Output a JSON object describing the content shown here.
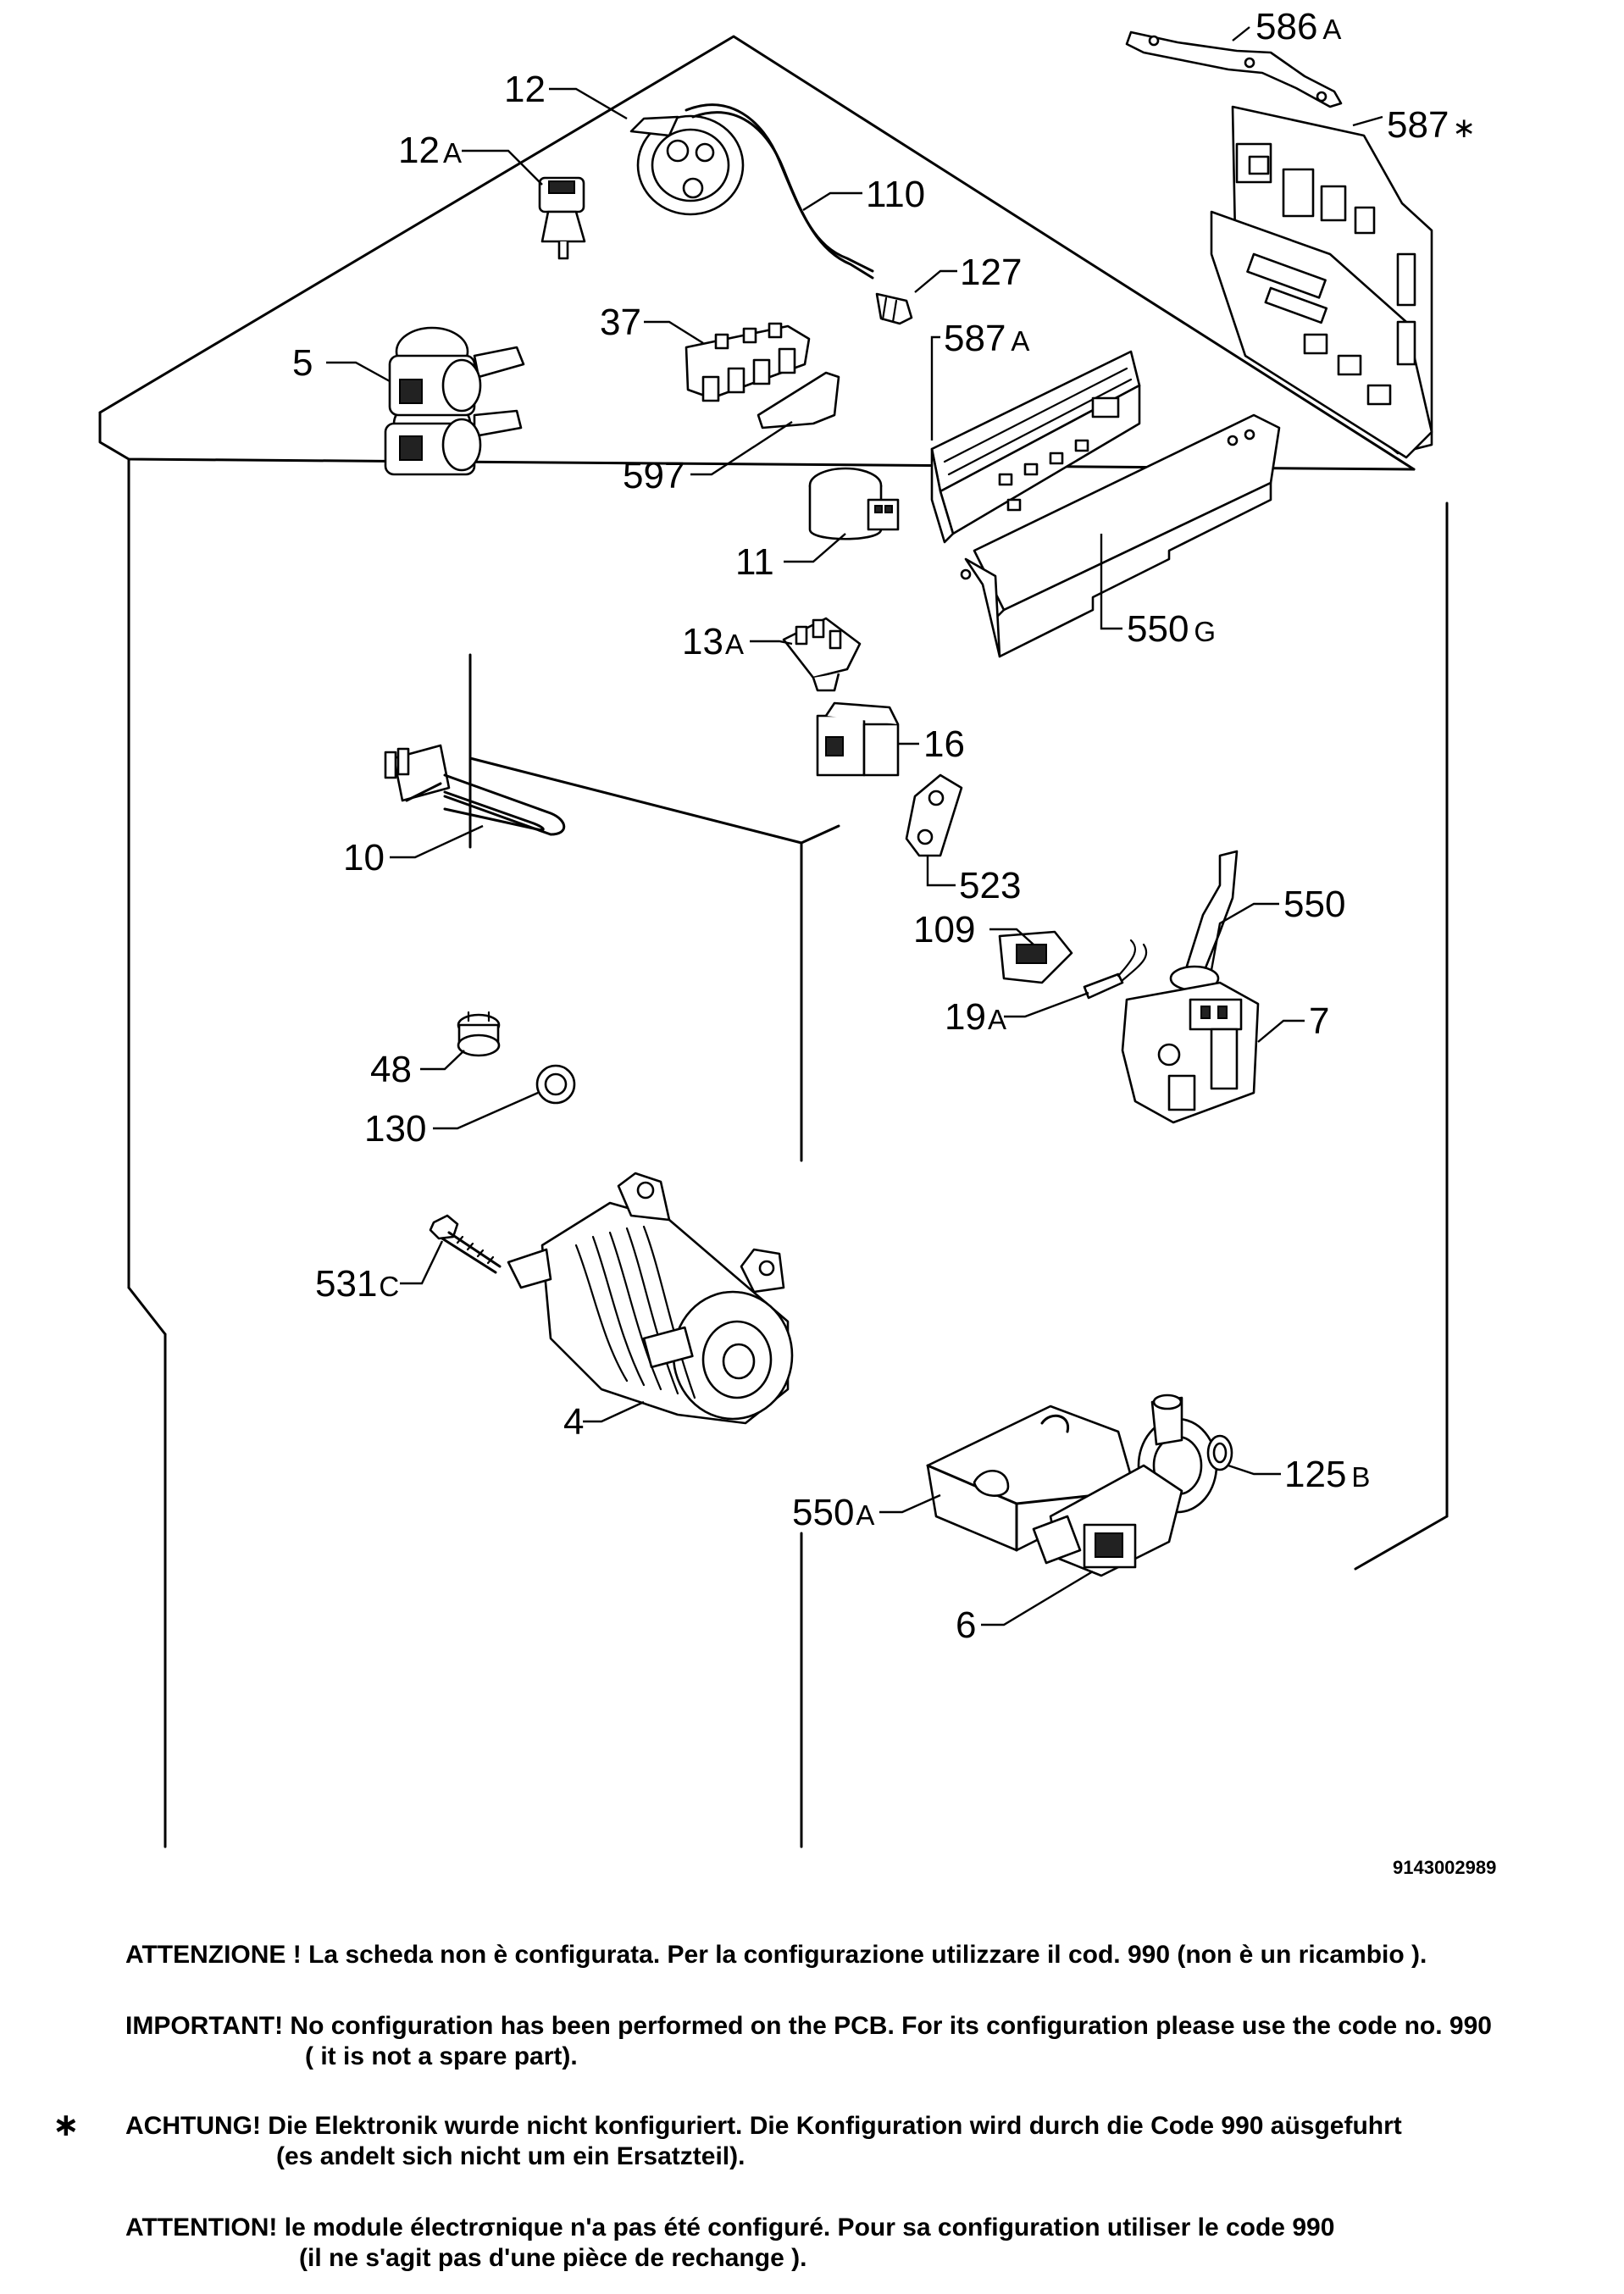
{
  "drawing_number": "9143002989",
  "callouts": {
    "c586a": {
      "num": "586",
      "suffix": "A"
    },
    "c587star": {
      "num": "587",
      "suffix": "∗"
    },
    "c12": {
      "num": "12",
      "suffix": ""
    },
    "c12a": {
      "num": "12",
      "suffix": "A"
    },
    "c110": {
      "num": "110",
      "suffix": ""
    },
    "c127": {
      "num": "127",
      "suffix": ""
    },
    "c37": {
      "num": "37",
      "suffix": ""
    },
    "c5": {
      "num": "5",
      "suffix": ""
    },
    "c587a": {
      "num": "587",
      "suffix": "A"
    },
    "c597": {
      "num": "597",
      "suffix": ""
    },
    "c11": {
      "num": "11",
      "suffix": ""
    },
    "c550g": {
      "num": "550",
      "suffix": "G"
    },
    "c13a": {
      "num": "13",
      "suffix": "A"
    },
    "c16": {
      "num": "16",
      "suffix": ""
    },
    "c10": {
      "num": "10",
      "suffix": ""
    },
    "c523": {
      "num": "523",
      "suffix": ""
    },
    "c109": {
      "num": "109",
      "suffix": ""
    },
    "c550": {
      "num": "550",
      "suffix": ""
    },
    "c19a": {
      "num": "19",
      "suffix": "A"
    },
    "c7": {
      "num": "7",
      "suffix": ""
    },
    "c48": {
      "num": "48",
      "suffix": ""
    },
    "c130": {
      "num": "130",
      "suffix": ""
    },
    "c531c": {
      "num": "531",
      "suffix": "C"
    },
    "c4": {
      "num": "4",
      "suffix": ""
    },
    "c125b": {
      "num": "125",
      "suffix": "B"
    },
    "c550a": {
      "num": "550",
      "suffix": "A"
    },
    "c6": {
      "num": "6",
      "suffix": ""
    }
  },
  "notices": {
    "it": {
      "line1": "ATTENZIONE ! La scheda non è  configurata. Per la configurazione utilizzare il cod. 990 (non è un ricambio )."
    },
    "en": {
      "line1": "IMPORTANT! No configuration has been performed on the PCB. For its configuration please use the code no. 990",
      "line2": "( it is not a spare part)."
    },
    "de": {
      "mark": "∗",
      "line1": "ACHTUNG! Die Elektronik wurde nicht konfiguriert. Die Konfiguration wird durch die Code 990 aüsgefuhrt",
      "line2": "(es andelt sich nicht um ein Ersatzteil)."
    },
    "fr": {
      "line1": "ATTENTION! le module électrσnique n'a pas été configuré. Pour  sa configuration utiliser le code 990",
      "line2": "(il ne s'agit pas d'une pièce de rechange )."
    }
  }
}
